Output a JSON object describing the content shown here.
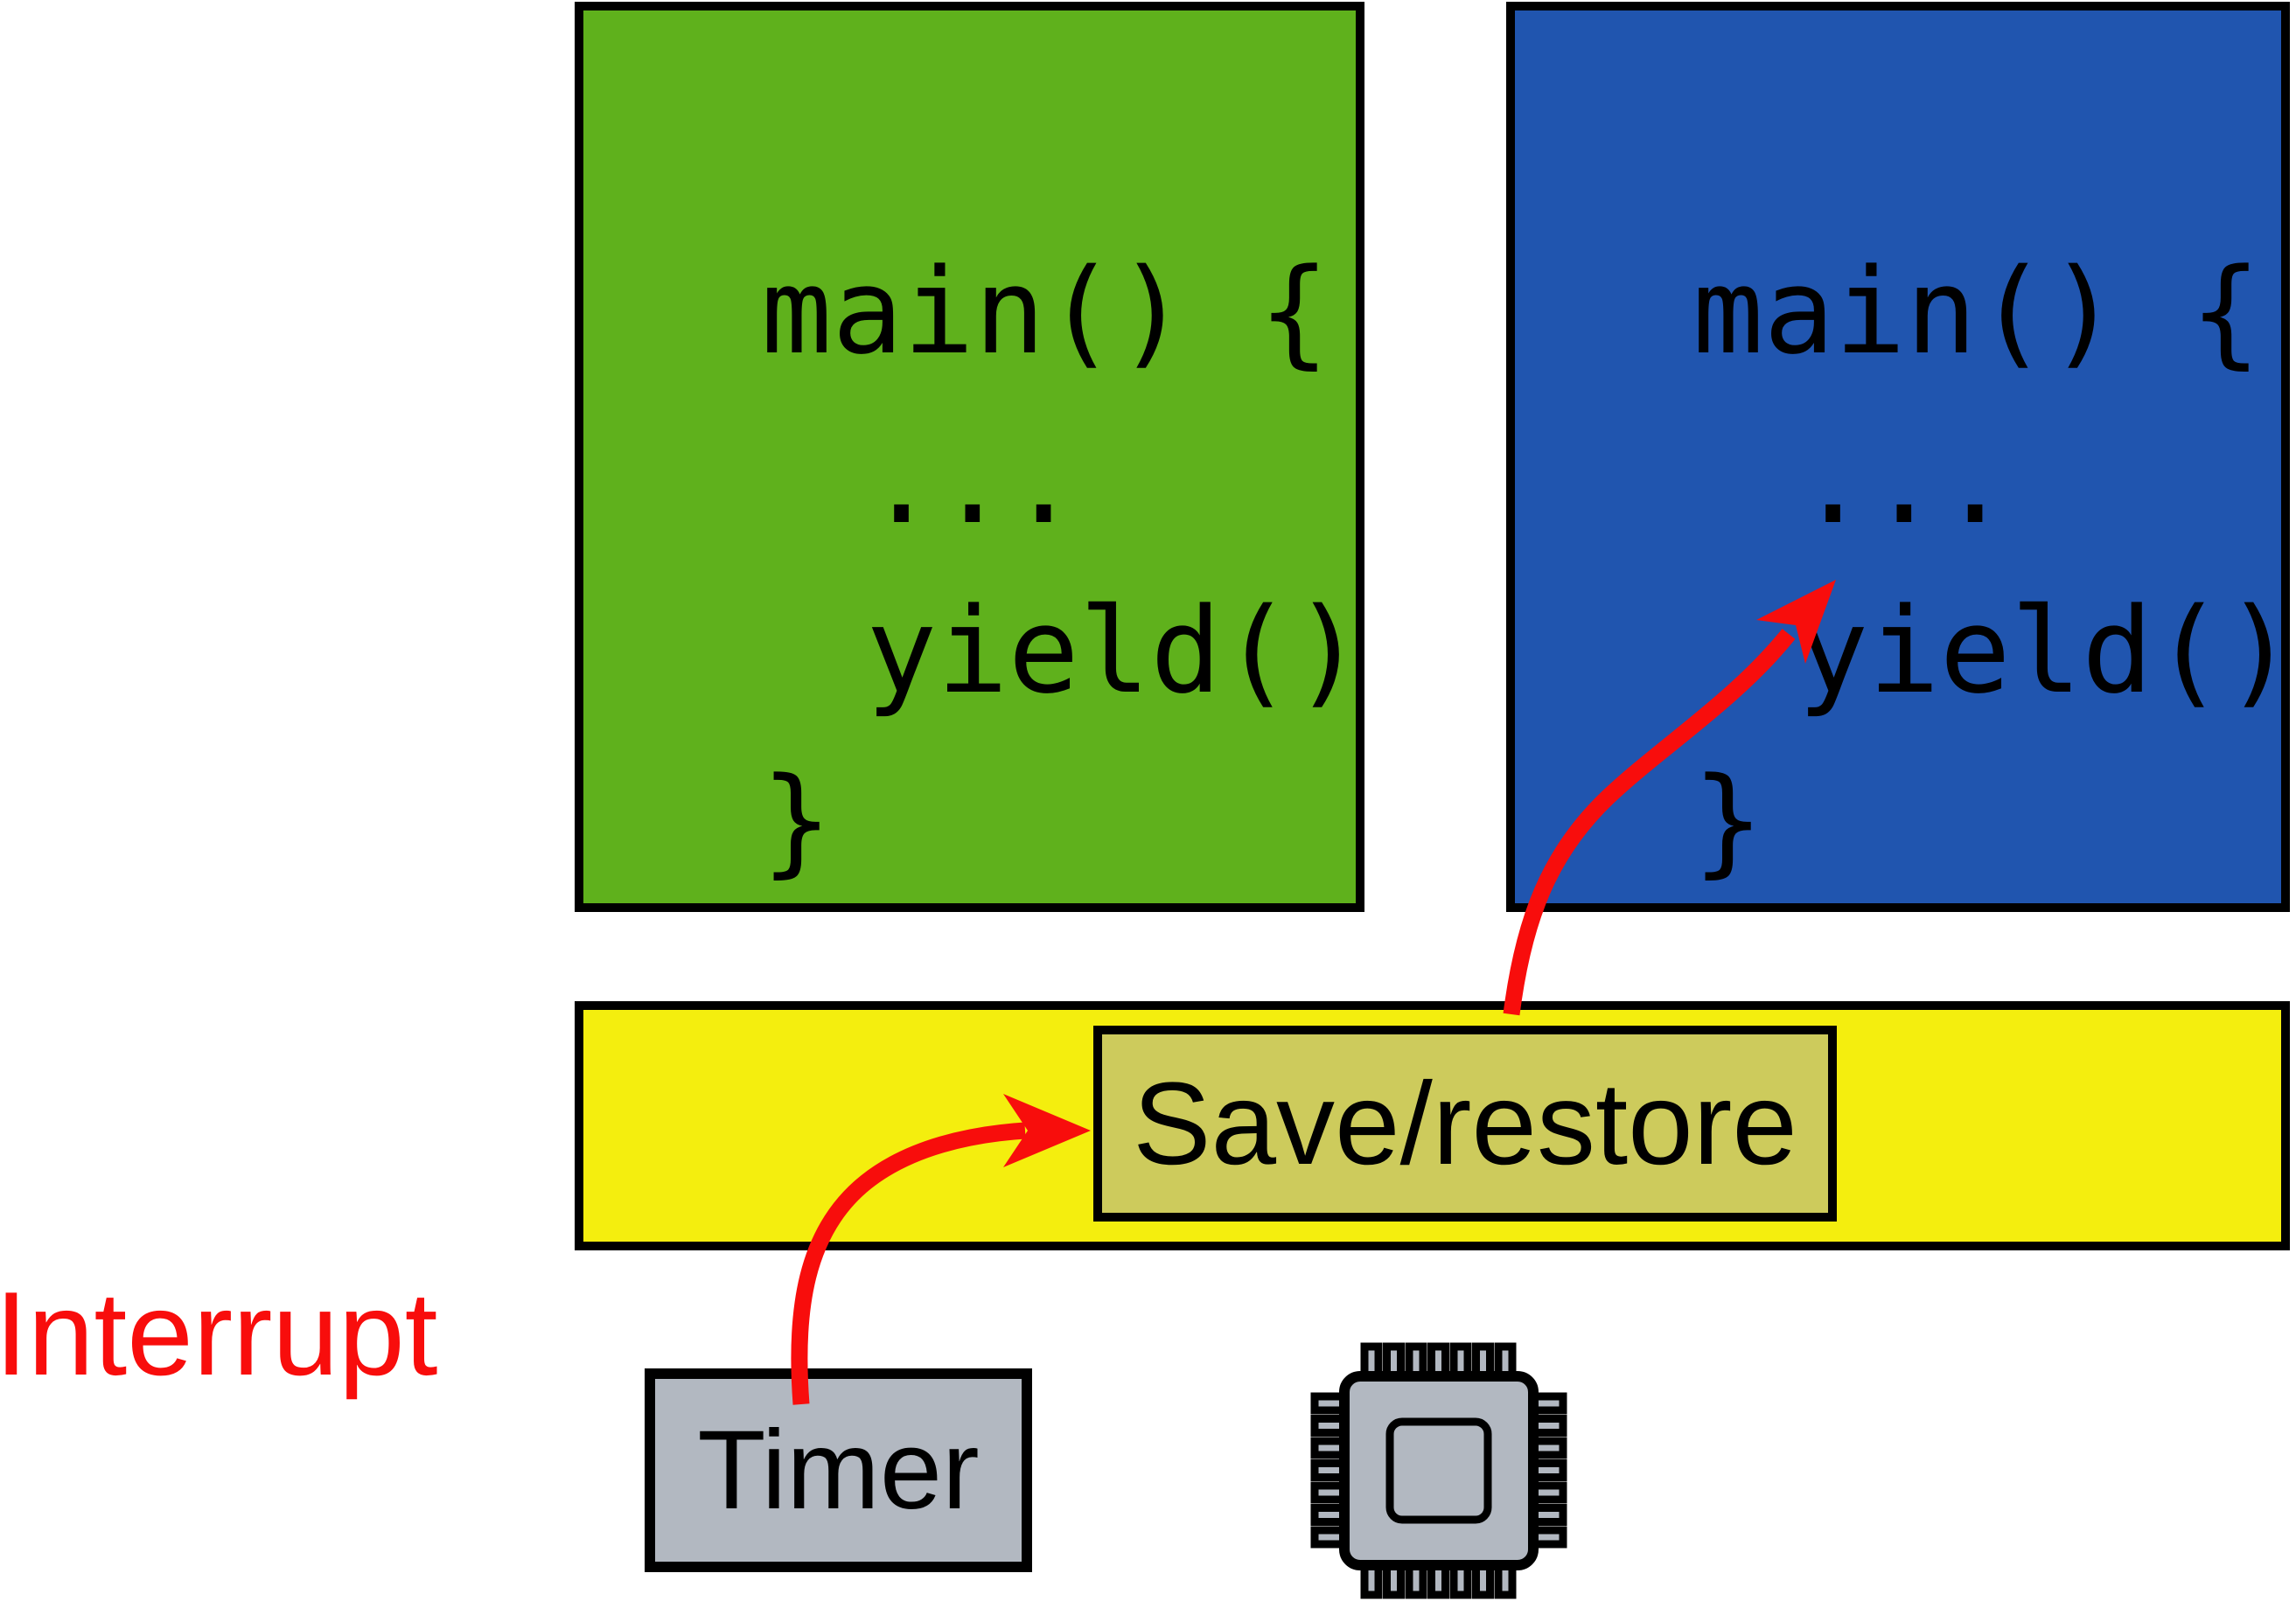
{
  "diagram": {
    "interrupt_label": "Interrupt",
    "timer_label": "Timer",
    "save_restore_label": "Save/restore",
    "task_green": {
      "lines": [
        "main() {",
        "...",
        "yield()",
        "}"
      ]
    },
    "task_blue": {
      "lines": [
        "main() {",
        "...",
        "yield()",
        "}"
      ]
    },
    "icons": {
      "cpu": "cpu-chip-icon"
    },
    "colors": {
      "green": "#5fb11c",
      "blue": "#2055af",
      "yellow": "#f4ee0e",
      "olive": "#cdcb5c",
      "red": "#f80d0c",
      "gray": "#b2b8c1",
      "outline": "#000000"
    }
  }
}
